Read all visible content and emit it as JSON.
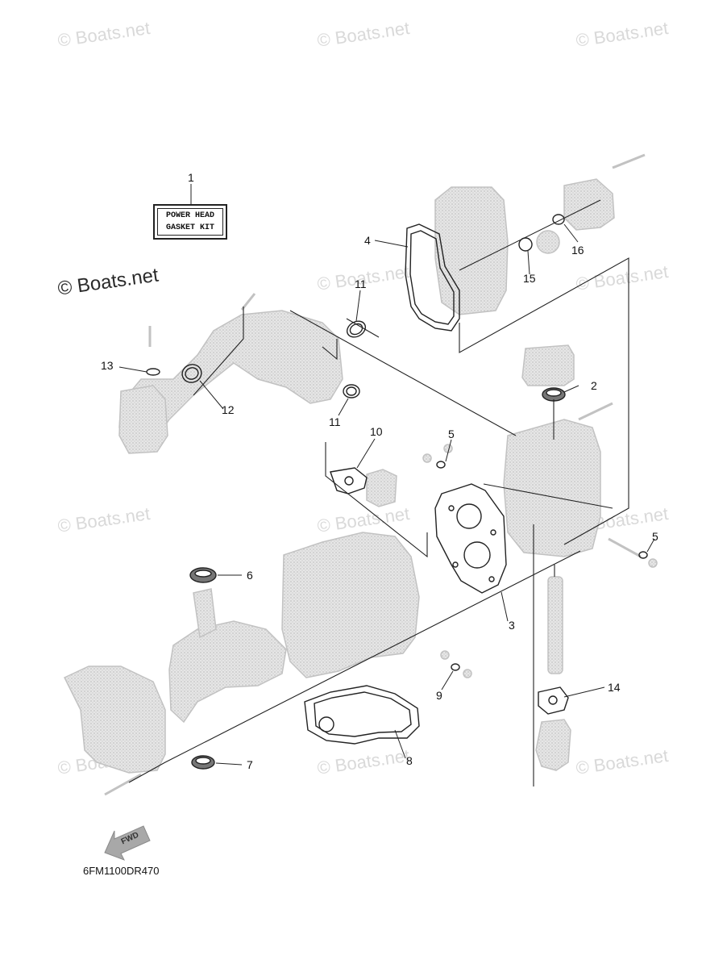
{
  "watermark": "© Boats.net",
  "kit_label": {
    "line1": "POWER HEAD",
    "line2": "GASKET KIT"
  },
  "fwd_label": "FWD",
  "diagram_code": "6FM1100DR470",
  "callouts": [
    {
      "id": "c1",
      "text": "1"
    },
    {
      "id": "c2",
      "text": "2"
    },
    {
      "id": "c3",
      "text": "3"
    },
    {
      "id": "c4",
      "text": "4"
    },
    {
      "id": "c5a",
      "text": "5"
    },
    {
      "id": "c5b",
      "text": "5"
    },
    {
      "id": "c6",
      "text": "6"
    },
    {
      "id": "c7",
      "text": "7"
    },
    {
      "id": "c8",
      "text": "8"
    },
    {
      "id": "c9",
      "text": "9"
    },
    {
      "id": "c10",
      "text": "10"
    },
    {
      "id": "c11a",
      "text": "11"
    },
    {
      "id": "c11b",
      "text": "11"
    },
    {
      "id": "c12",
      "text": "12"
    },
    {
      "id": "c13",
      "text": "13"
    },
    {
      "id": "c14",
      "text": "14"
    },
    {
      "id": "c15",
      "text": "15"
    },
    {
      "id": "c16",
      "text": "16"
    }
  ],
  "colors": {
    "ghost_part": "#d6d6d6",
    "ghost_stroke": "#bdbdbd",
    "line": "#222222",
    "fwd_arrow": "#a8a8a8"
  }
}
